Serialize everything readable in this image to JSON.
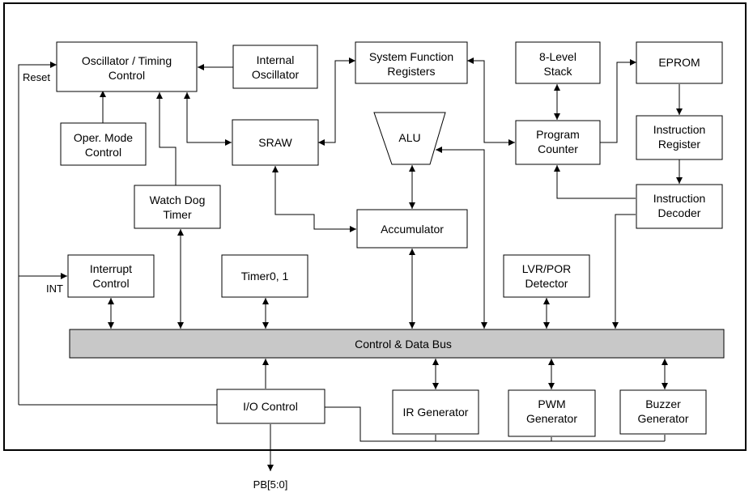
{
  "blocks": {
    "osc": [
      "Oscillator / Timing",
      "Control"
    ],
    "intosc": [
      "Internal",
      "Oscillator"
    ],
    "sfr": [
      "System Function",
      "Registers"
    ],
    "stack": [
      "8-Level",
      "Stack"
    ],
    "eprom": [
      "EPROM"
    ],
    "opmode": [
      "Oper. Mode",
      "Control"
    ],
    "sraw": [
      "SRAW"
    ],
    "alu": [
      "ALU"
    ],
    "pc": [
      "Program",
      "Counter"
    ],
    "ir": [
      "Instruction",
      "Register"
    ],
    "wdt": [
      "Watch Dog",
      "Timer"
    ],
    "acc": [
      "Accumulator"
    ],
    "idec": [
      "Instruction",
      "Decoder"
    ],
    "intc": [
      "Interrupt",
      "Control"
    ],
    "timer": [
      "Timer0, 1"
    ],
    "lvr": [
      "LVR/POR",
      "Detector"
    ],
    "bus": [
      "Control & Data Bus"
    ],
    "io": [
      "I/O Control"
    ],
    "irgen": [
      "IR Generator"
    ],
    "pwm": [
      "PWM",
      "Generator"
    ],
    "buzzer": [
      "Buzzer",
      "Generator"
    ]
  },
  "signals": {
    "reset": "Reset",
    "int": "INT",
    "pb": "PB[5:0]"
  }
}
